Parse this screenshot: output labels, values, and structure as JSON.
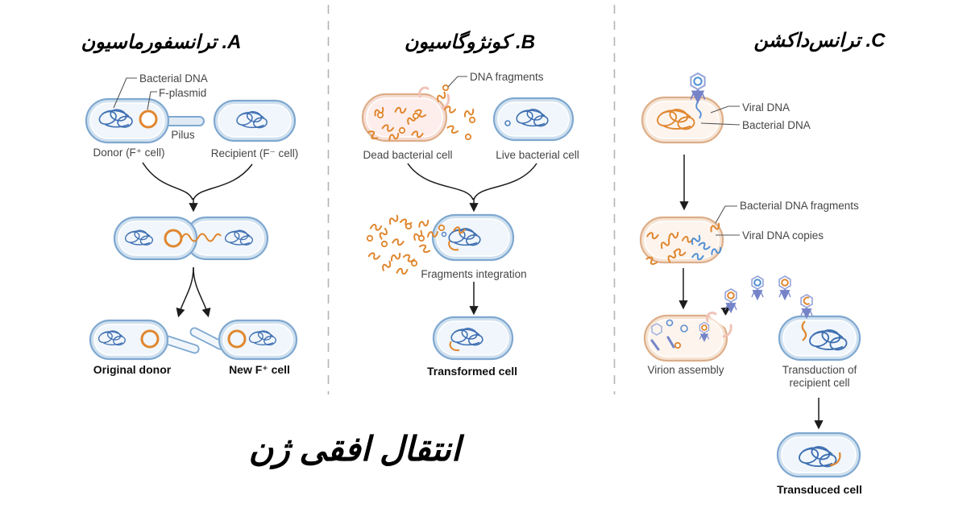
{
  "main_title": "انتقال افقی ژن",
  "panels": {
    "a": {
      "title": "A. ترانسفورماسیون",
      "labels": {
        "bacterial_dna": "Bacterial DNA",
        "f_plasmid": "F-plasmid",
        "pilus": "Pilus",
        "donor": "Donor (F⁺ cell)",
        "recipient": "Recipient (F⁻ cell)",
        "original_donor": "Original donor",
        "new_f_cell": "New F⁺ cell"
      }
    },
    "b": {
      "title": "B. کونژوگاسیون",
      "labels": {
        "dna_fragments": "DNA fragments",
        "dead_cell": "Dead bacterial cell",
        "live_cell": "Live bacterial cell",
        "fragments_integration": "Fragments integration",
        "transformed_cell": "Transformed cell"
      }
    },
    "c": {
      "title": "C. ترانس‌داکشن",
      "labels": {
        "viral_dna": "Viral DNA",
        "bacterial_dna": "Bacterial DNA",
        "bacterial_dna_fragments": "Bacterial DNA fragments",
        "viral_dna_copies": "Viral DNA copies",
        "virion_assembly": "Virion assembly",
        "transduction_line1": "Transduction of",
        "transduction_line2": "recipient cell",
        "transduced_cell": "Transduced cell"
      }
    }
  },
  "colors": {
    "cell_blue_border": "#7fa8d0",
    "cell_blue_band": "#cfe0ef",
    "cell_blue_fill": "#f0f6fb",
    "dna_blue": "#3f6fb2",
    "dna_orange": "#e0862e",
    "tan_border": "#ddae89",
    "tan_band": "#f6e3d2",
    "tan_fill": "#fdf4ee",
    "dead_cell_fill": "#fdeeec",
    "burst_lip_pink": "#f0c3b8",
    "phage_purple": "#7584c8",
    "phage_head_outline": "#94a3d9",
    "label_gray": "#454545",
    "divider_gray": "#b4b4b4",
    "arrow_black": "#1c1c1c"
  }
}
